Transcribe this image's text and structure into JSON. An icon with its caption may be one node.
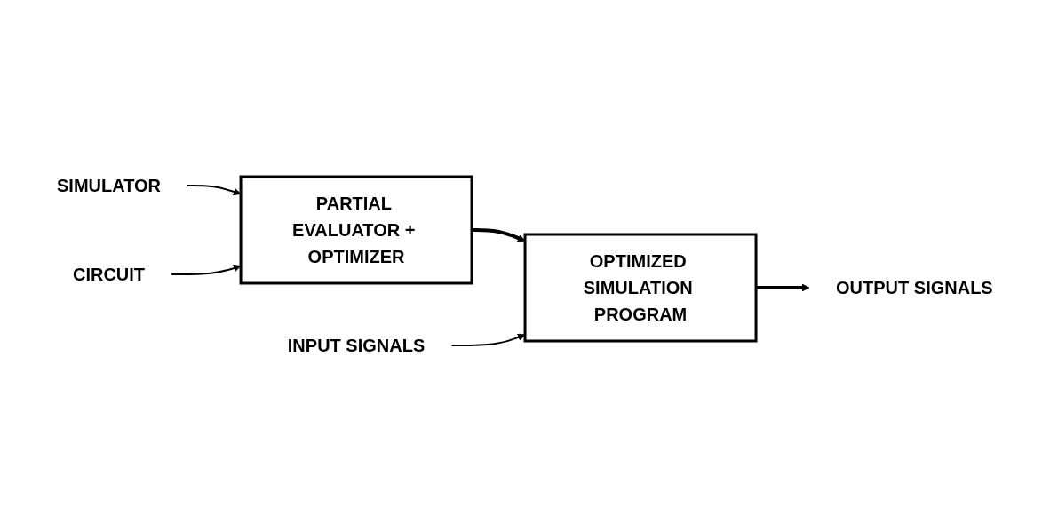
{
  "diagram": {
    "nodes": [
      {
        "text": [
          "SIMULATOR"
        ]
      },
      {
        "text": [
          "CIRCUIT"
        ]
      },
      {
        "text": [
          "PARTIAL EVALUATOR + OPTIMIZER"
        ]
      },
      {
        "text": [
          "OPTIMIZED SIMULATION PROGRAM"
        ]
      },
      {
        "text": [
          "OUTPUT SIGNALS"
        ]
      },
      {
        "text": [
          "INPUT SIGNALS"
        ]
      }
    ],
    "edges": [
      {
        "from": 0,
        "to": 2,
        "arrow": "to"
      },
      {
        "from": 1,
        "to": 2,
        "arrow": "to"
      },
      {
        "from": 2,
        "to": 3,
        "arrow": "to",
        "style": "thick"
      },
      {
        "from": 3,
        "to": 4,
        "arrow": "to",
        "style": "thick"
      },
      {
        "from": 5,
        "to": 3,
        "arrow": "to"
      }
    ]
  }
}
